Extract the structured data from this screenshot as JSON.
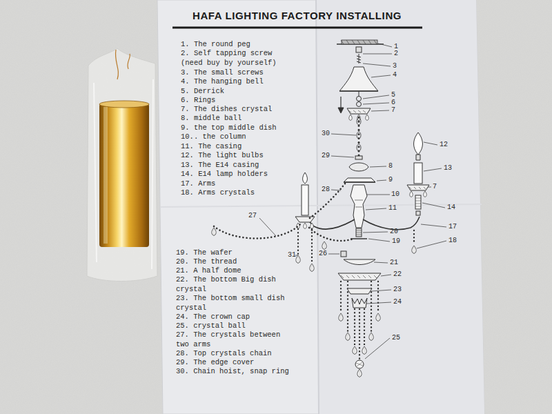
{
  "diagram": {
    "title": "HAFA LIGHTING FACTORY INSTALLING",
    "labels": [
      "1. The round peg",
      "2. Self tapping screw (need buy by yourself)",
      "3. The small screws",
      "4. The hanging bell",
      "5. Derrick",
      "6. Rings",
      "7. The dishes crystal",
      "8. middle ball",
      "9. the top middle dish",
      "10.. the column",
      "11. The casing",
      "12. The light bulbs",
      "13. The E14 casing",
      "14. E14 lamp holders",
      "17. Arms",
      "18. Arms crystals",
      "19. The wafer",
      "20. The thread",
      "21. A half dome",
      "22. The bottom Big dish crystal",
      "23. The bottom small dish crystal",
      "24. The crown cap",
      "25. crystal ball",
      "27. The crystals between two arms",
      "28. Top crystals chain",
      "29. The edge cover",
      "30. Chain hoist, snap ring",
      "1",
      "2",
      "3",
      "4",
      "5",
      "6",
      "7",
      "30",
      "12",
      "29",
      "8",
      "13",
      "9",
      "7",
      "28",
      "10",
      "14",
      "27",
      "11",
      "17",
      "20",
      "19",
      "18",
      "31",
      "26",
      "21",
      "22",
      "23",
      "24",
      "25"
    ]
  }
}
